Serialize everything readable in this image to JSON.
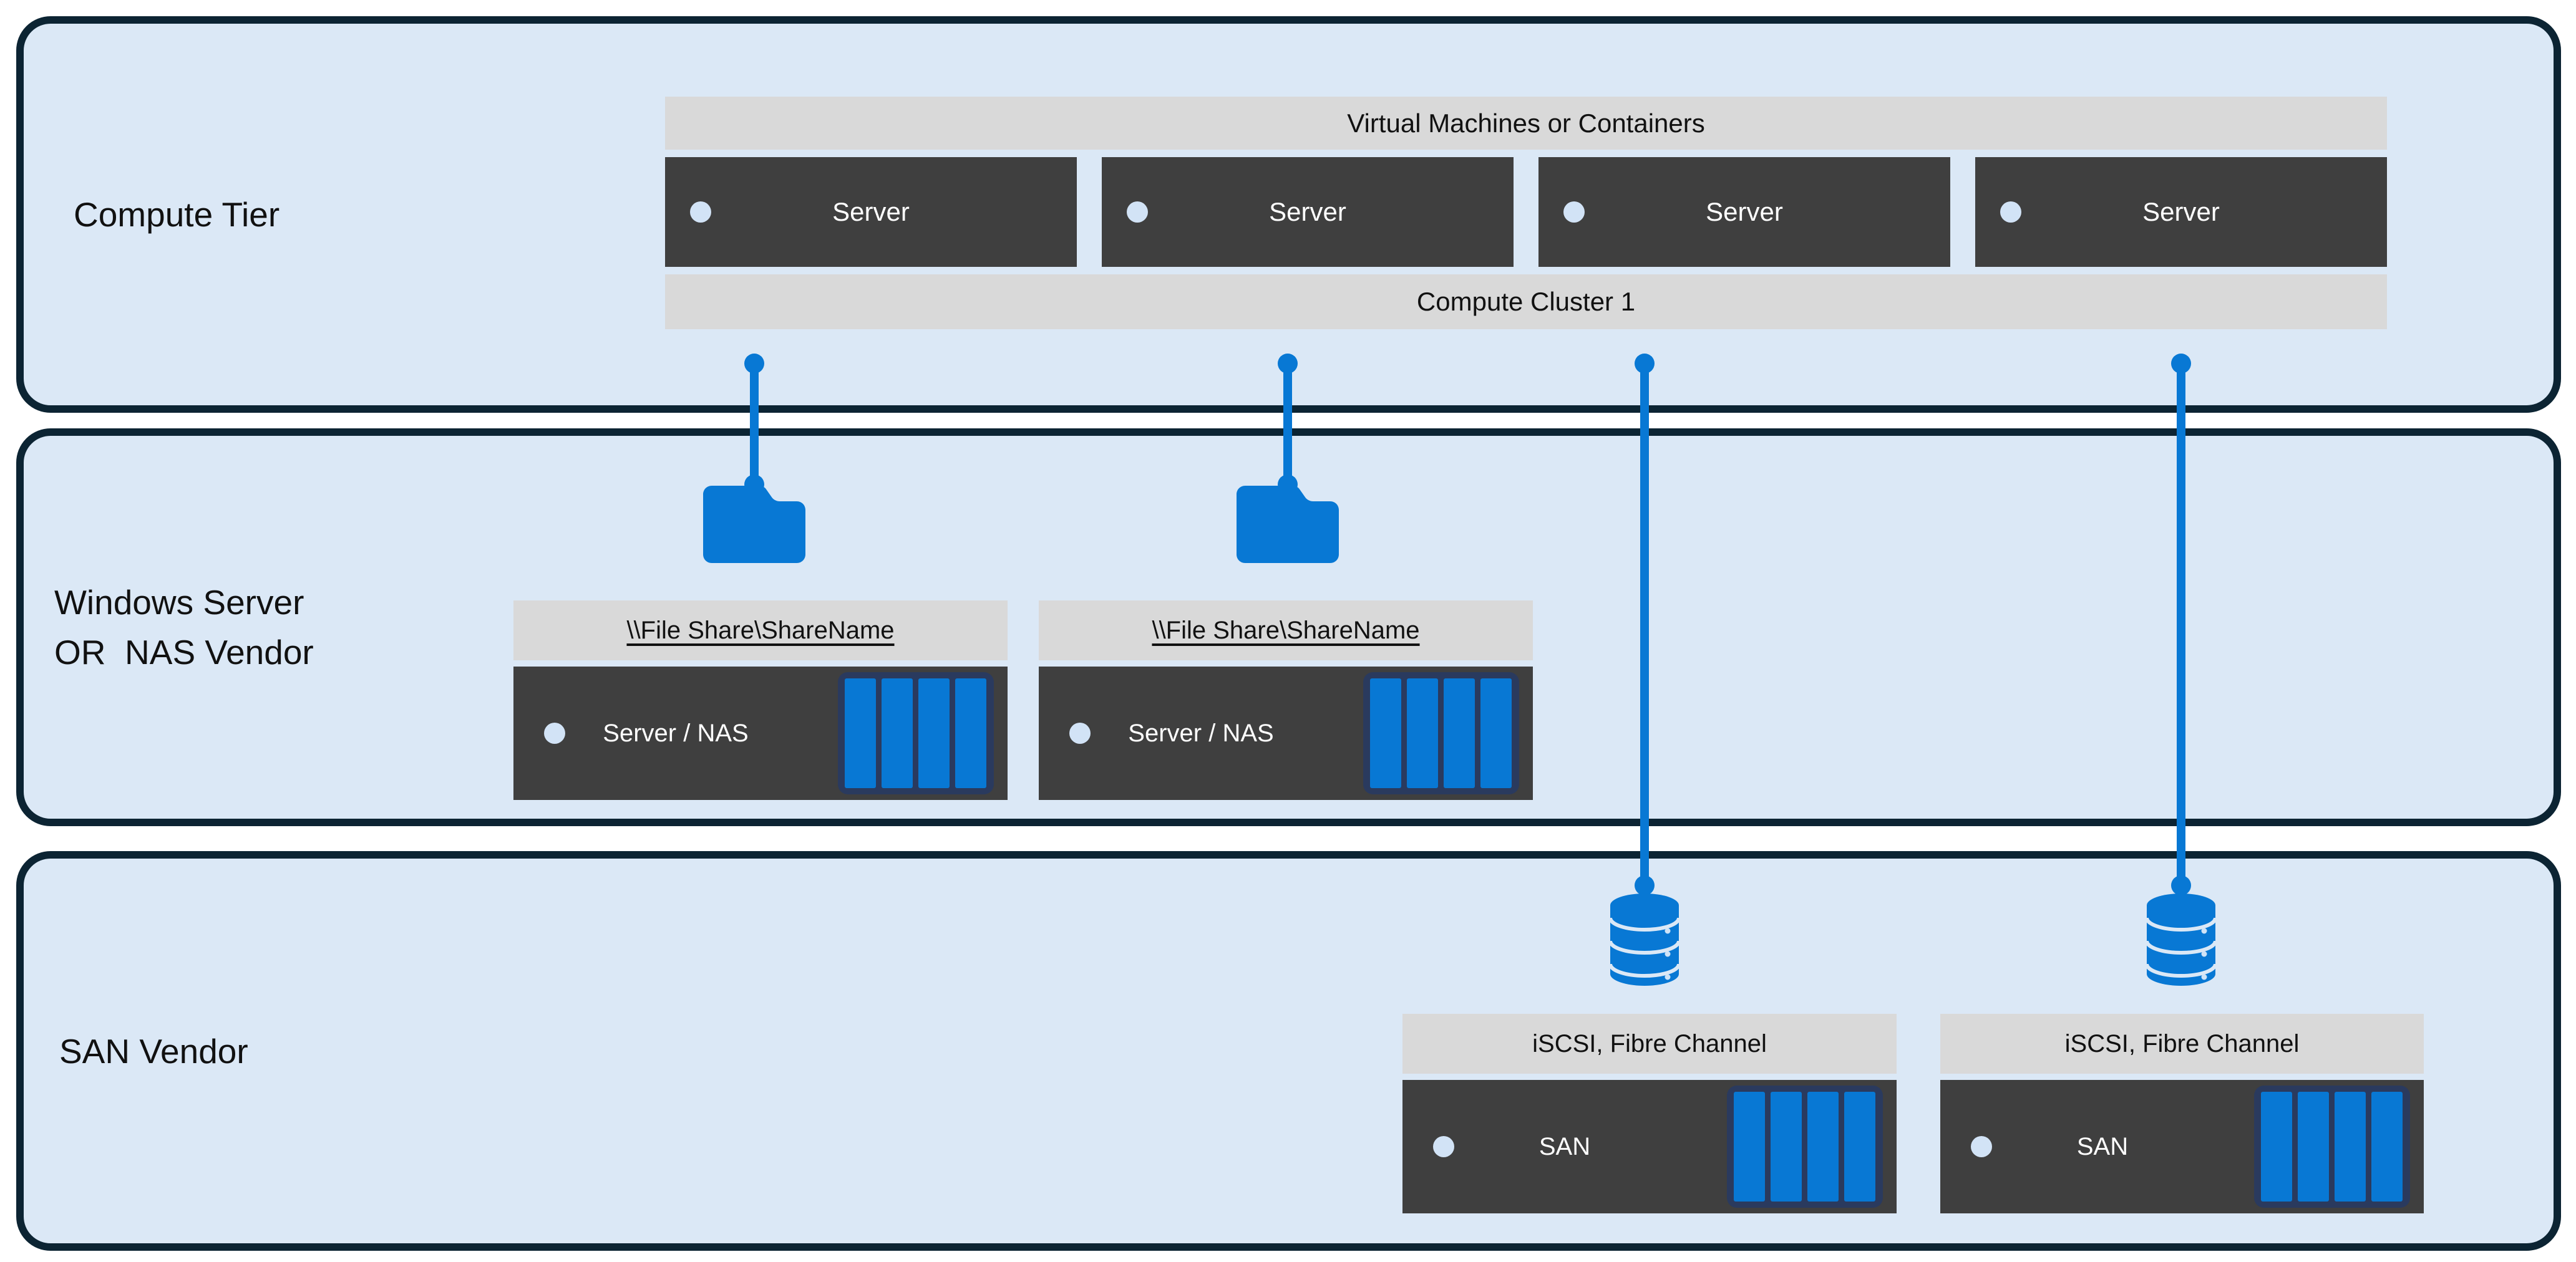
{
  "tiers": {
    "compute": {
      "label": "Compute Tier"
    },
    "nas": {
      "label_line1": "Windows Server",
      "label_line2": "OR  NAS Vendor"
    },
    "san": {
      "label": "SAN Vendor"
    }
  },
  "compute_cluster": {
    "top_bar": "Virtual Machines or Containers",
    "servers": [
      {
        "label": "Server"
      },
      {
        "label": "Server"
      },
      {
        "label": "Server"
      },
      {
        "label": "Server"
      }
    ],
    "bottom_bar": "Compute Cluster 1"
  },
  "file_shares": [
    {
      "header": "\\\\File Share\\ShareName",
      "label": "Server / NAS"
    },
    {
      "header": "\\\\File Share\\ShareName",
      "label": "Server / NAS"
    }
  ],
  "san_arrays": [
    {
      "header": "iSCSI, Fibre Channel",
      "label": "SAN"
    },
    {
      "header": "iSCSI, Fibre Channel",
      "label": "SAN"
    }
  ],
  "colors": {
    "accent_blue": "#0878d4",
    "tier_fill": "#dbe8f6",
    "tier_border": "#0c2433",
    "bar_gray": "#d9d9d9",
    "box_dark": "#3f3f3f",
    "disk_navy": "#2a3a5e",
    "bullet_light": "#d2e3f6"
  }
}
